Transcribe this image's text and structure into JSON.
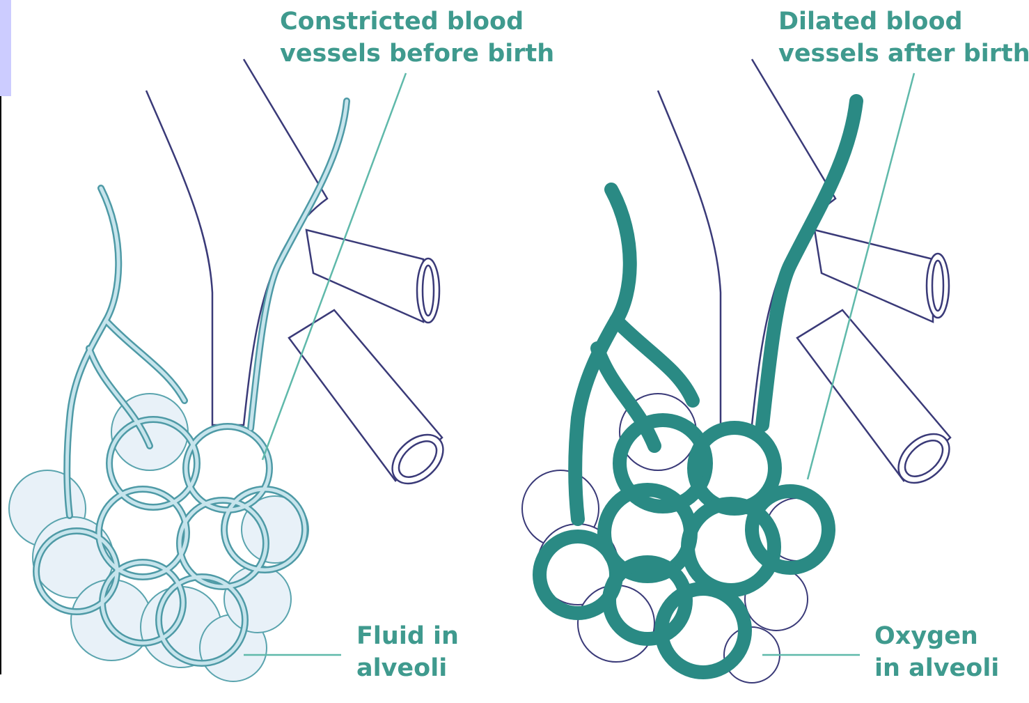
{
  "labels": {
    "constricted": {
      "line1": "Constricted blood",
      "line2": "vessels before birth"
    },
    "dilated": {
      "line1": "Dilated blood",
      "line2": "vessels after birth"
    },
    "fluid": {
      "line1": "Fluid in",
      "line2": "alveoli"
    },
    "oxygen": {
      "line1": "Oxygen",
      "line2": "in alveoli"
    }
  },
  "colors": {
    "label_text": "#3f9a8e",
    "vessel_before_fill": "#c6e4ec",
    "vessel_before_outline": "#4e9aa6",
    "vessel_after": "#2a8a84",
    "fluid_fill": "#e8f1f8",
    "airway_outline": "#3a3a78",
    "leader_line": "#5fb9aa"
  }
}
